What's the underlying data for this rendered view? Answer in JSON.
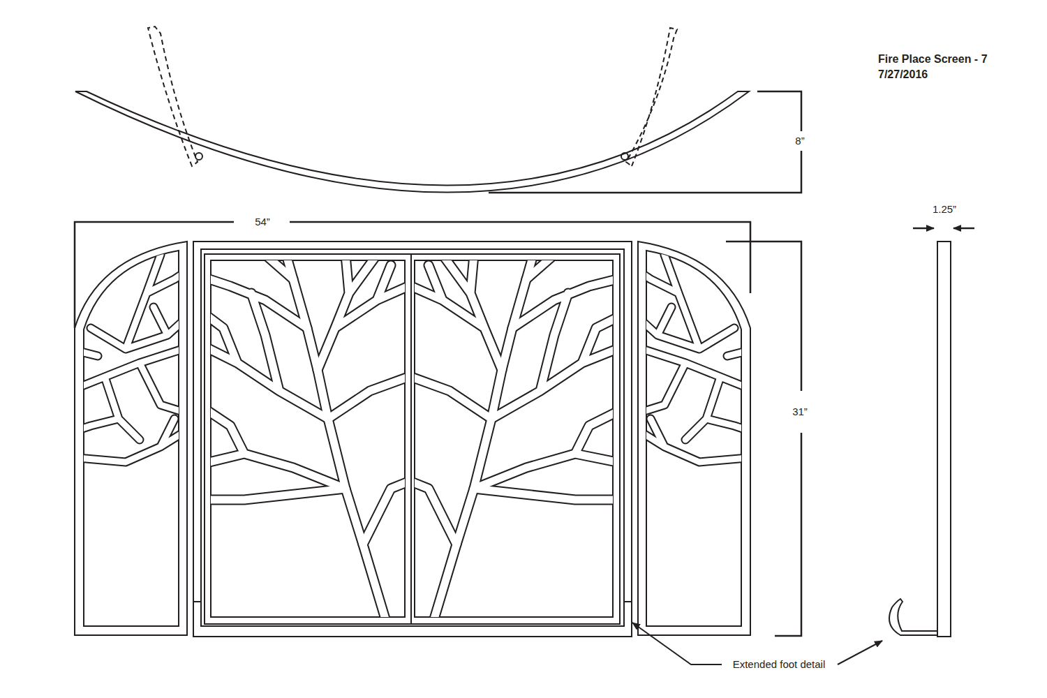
{
  "diagram": {
    "title": "Fire Place Screen - 7",
    "labels": [
      "7/27/2016",
      "8”",
      "54”",
      "31”",
      "1.25”",
      "Extended foot detail"
    ]
  }
}
